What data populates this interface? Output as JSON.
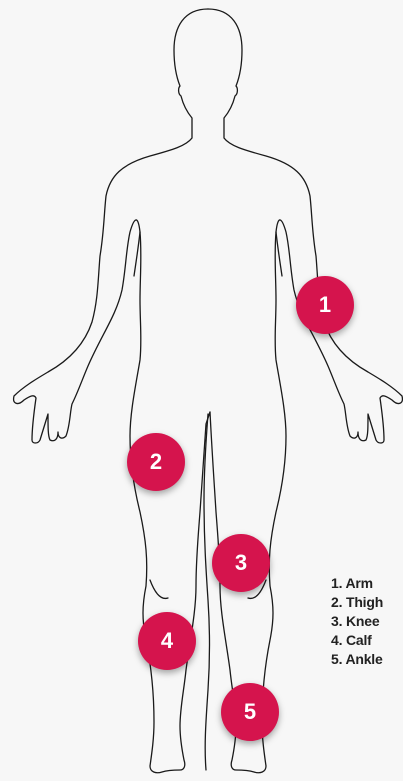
{
  "colors": {
    "background": "#f7f7f7",
    "marker": "#d5144d",
    "outline": "#1a1a1a",
    "legend_text": "#222222"
  },
  "markers": [
    {
      "number": "1",
      "part": "Arm"
    },
    {
      "number": "2",
      "part": "Thigh"
    },
    {
      "number": "3",
      "part": "Knee"
    },
    {
      "number": "4",
      "part": "Calf"
    },
    {
      "number": "5",
      "part": "Ankle"
    }
  ],
  "legend": [
    "1. Arm",
    "2. Thigh",
    "3. Knee",
    "4. Calf",
    "5. Ankle"
  ]
}
